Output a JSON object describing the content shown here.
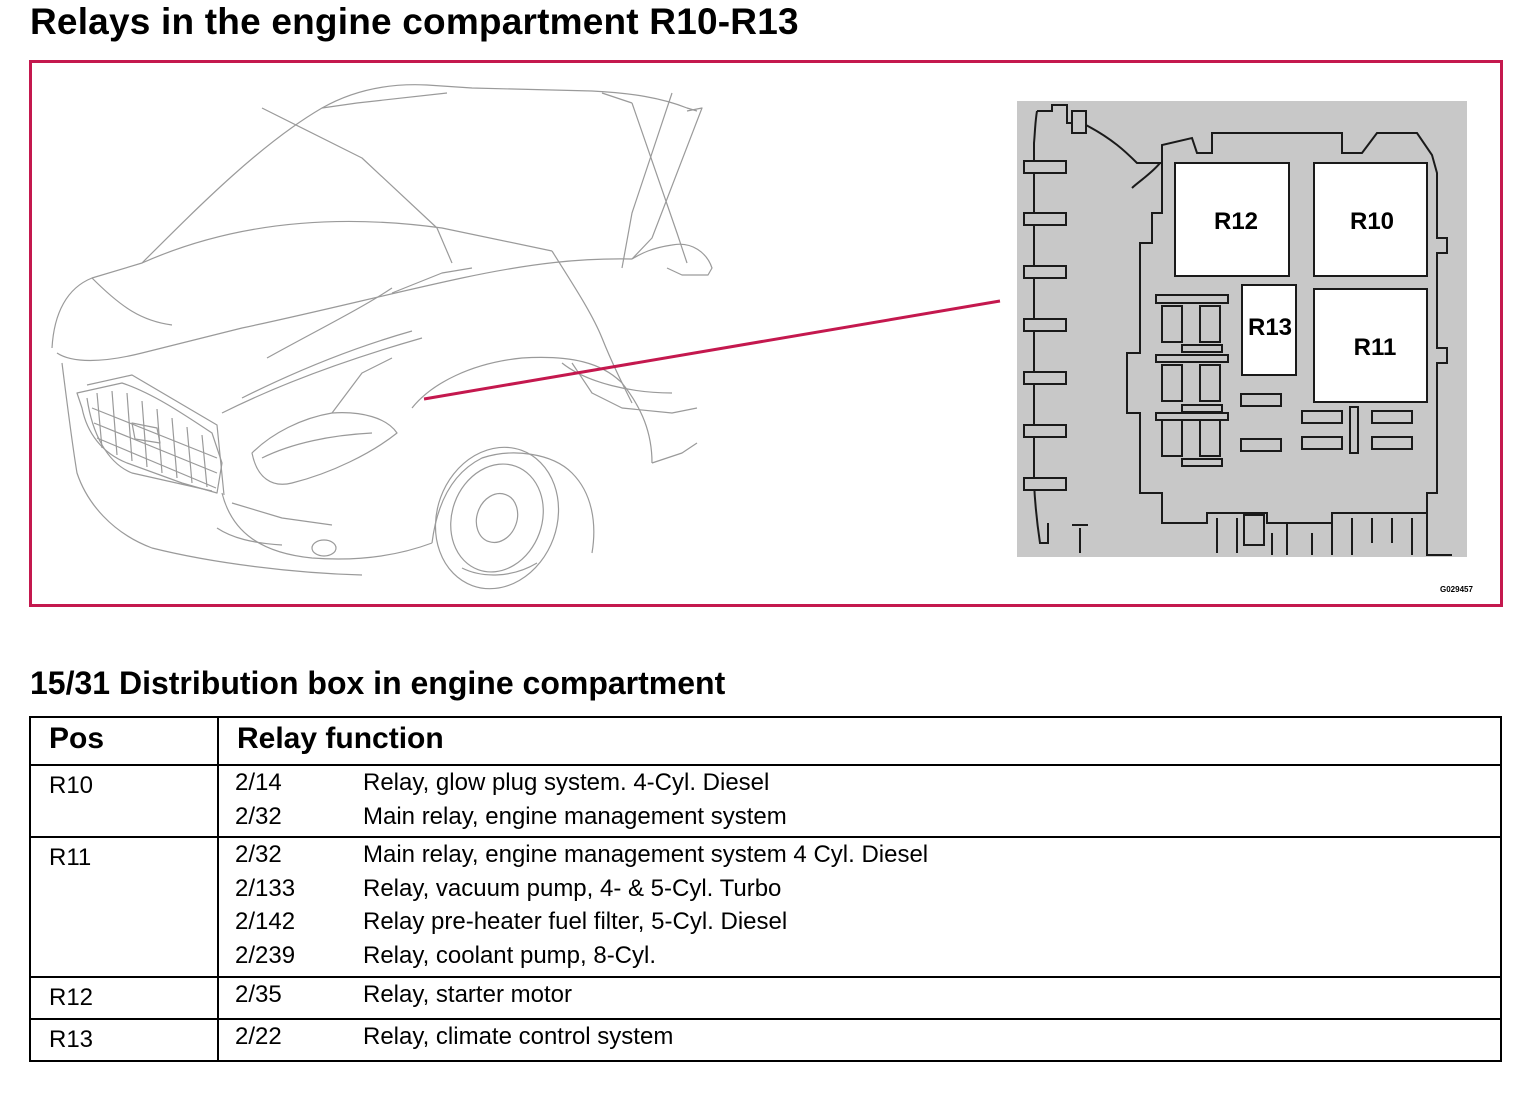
{
  "page": {
    "title": "Relays in the engine compartment R10-R13",
    "subtitle": "15/31 Distribution box in engine compartment"
  },
  "figure": {
    "code": "G029457",
    "relay_labels": [
      "R12",
      "R10",
      "R13",
      "R11"
    ],
    "colors": {
      "accent": "#c4184e",
      "box_fill": "#c8c8c8",
      "relay_fill": "#ffffff"
    }
  },
  "table": {
    "headers": {
      "pos": "Pos",
      "function": "Relay function"
    },
    "rows": [
      {
        "pos": "R10",
        "lines": [
          {
            "num": "2/14",
            "text": "Relay, glow plug system. 4-Cyl. Diesel"
          },
          {
            "num": "2/32",
            "text": "Main relay, engine management system"
          }
        ]
      },
      {
        "pos": "R11",
        "lines": [
          {
            "num": "2/32",
            "text": "Main relay, engine management system 4 Cyl. Diesel"
          },
          {
            "num": "2/133",
            "text": "Relay, vacuum pump, 4- & 5-Cyl. Turbo"
          },
          {
            "num": "2/142",
            "text": "Relay pre-heater fuel filter, 5-Cyl. Diesel"
          },
          {
            "num": "2/239",
            "text": "Relay, coolant pump, 8-Cyl."
          }
        ]
      },
      {
        "pos": "R12",
        "lines": [
          {
            "num": "2/35",
            "text": "Relay, starter motor"
          }
        ]
      },
      {
        "pos": "R13",
        "lines": [
          {
            "num": "2/22",
            "text": "Relay, climate control system"
          }
        ]
      }
    ]
  }
}
